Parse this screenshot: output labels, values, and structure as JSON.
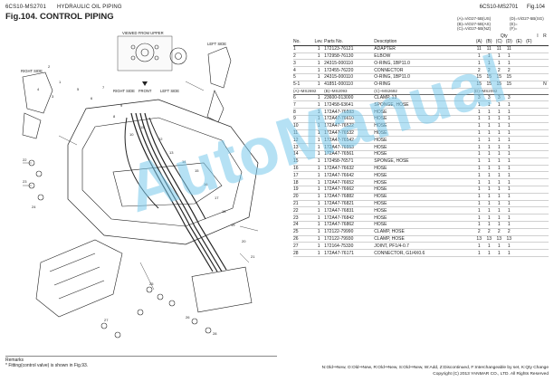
{
  "header": {
    "doc_code": "6CS10-MS2701",
    "section": "HYDRAULIC OIL PIPING",
    "fig_title": "Fig.104.  CONTROL PIPING",
    "right_code": "6CS10-MS2701",
    "right_fig": "Fig.104"
  },
  "diagram": {
    "labels": {
      "viewed_from_upper": "VIEWED FROM UPPER",
      "left_side": "LEFT SIDE",
      "right_side": "RIGHT SIDE",
      "front": "FRONT",
      "right_side_2": "RIGHT SIDE",
      "left_side_2": "LEFT SIDE"
    },
    "callouts": [
      "1",
      "2",
      "3",
      "4",
      "5",
      "6",
      "7",
      "8",
      "9",
      "10",
      "11",
      "12",
      "13",
      "14",
      "15",
      "16",
      "17",
      "18",
      "19",
      "20",
      "21",
      "22",
      "23",
      "24",
      "25",
      "26",
      "27",
      "28"
    ]
  },
  "models": {
    "a": "(A)=ViO27-5B(US)",
    "b": "(B)=ViO27-5B(AS)",
    "c": "(C)=ViO27-5B(NZ)",
    "d": "(D)=ViO27-5B(SG)",
    "e": "(E)=",
    "f": "(F)="
  },
  "table": {
    "columns": {
      "no": "No.",
      "lev": "Lev.",
      "part": "Parts No.",
      "desc": "Description",
      "qty": "Qty",
      "i": "I",
      "r": "R"
    },
    "qty_cols": [
      "(A)",
      "(B)",
      "(C)",
      "(D)",
      "(E)",
      "(F)"
    ],
    "sub_models": {
      "a": "(A)~MS2692",
      "b": "(B)~MS2093",
      "c": "(C)~MS2692",
      "d": "(D)~MS2092"
    },
    "rows": [
      {
        "no": "1",
        "lev": "1",
        "part": "172123-76121",
        "desc": "ADAPTER",
        "q": [
          "11",
          "11",
          "11",
          "11",
          "",
          ""
        ],
        "r": ""
      },
      {
        "no": "2",
        "lev": "1",
        "part": "172958-76130",
        "desc": "ELBOW",
        "q": [
          "1",
          "1",
          "1",
          "1",
          "",
          ""
        ],
        "r": ""
      },
      {
        "no": "3",
        "lev": "1",
        "part": "24315-000110",
        "desc": "O-RING, 1BP11.0",
        "q": [
          "1",
          "1",
          "1",
          "1",
          "",
          ""
        ],
        "r": ""
      },
      {
        "no": "4",
        "lev": "1",
        "part": "172455-76220",
        "desc": "CONNECTOR",
        "q": [
          "2",
          "2",
          "2",
          "2",
          "",
          ""
        ],
        "r": ""
      },
      {
        "no": "5",
        "lev": "1",
        "part": "24315-000110",
        "desc": "O-RING, 1BP11.0",
        "q": [
          "15",
          "15",
          "15",
          "15",
          "",
          ""
        ],
        "r": ""
      },
      {
        "no": "5-1",
        "lev": "1",
        "part": "41851-000110",
        "desc": "O-RING",
        "q": [
          "15",
          "15",
          "15",
          "15",
          "",
          ""
        ],
        "r": "N"
      },
      {
        "no": "6",
        "lev": "1",
        "part": "23600-013000",
        "desc": "CLAMP, 13",
        "q": [
          "3",
          "3",
          "3",
          "3",
          "",
          ""
        ],
        "r": "",
        "group": true
      },
      {
        "no": "7",
        "lev": "1",
        "part": "172458-63641",
        "desc": "SPONGE, HOSE",
        "q": [
          "1",
          "1",
          "1",
          "1",
          "",
          ""
        ],
        "r": ""
      },
      {
        "no": "8",
        "lev": "1",
        "part": "172A47-76593",
        "desc": "HOSE",
        "q": [
          "1",
          "1",
          "1",
          "1",
          "",
          ""
        ],
        "r": ""
      },
      {
        "no": "9",
        "lev": "1",
        "part": "172A47-76610",
        "desc": "HOSE",
        "q": [
          "1",
          "1",
          "1",
          "1",
          "",
          ""
        ],
        "r": ""
      },
      {
        "no": "10",
        "lev": "1",
        "part": "172A47-76522",
        "desc": "HOSE",
        "q": [
          "1",
          "1",
          "1",
          "1",
          "",
          ""
        ],
        "r": ""
      },
      {
        "no": "11",
        "lev": "1",
        "part": "172A47-76532",
        "desc": "HOSE",
        "q": [
          "1",
          "1",
          "1",
          "1",
          "",
          ""
        ],
        "r": ""
      },
      {
        "no": "12",
        "lev": "1",
        "part": "172A47-76542",
        "desc": "HOSE",
        "q": [
          "1",
          "1",
          "1",
          "1",
          "",
          ""
        ],
        "r": ""
      },
      {
        "no": "13",
        "lev": "1",
        "part": "172A47-76553",
        "desc": "HOSE",
        "q": [
          "1",
          "1",
          "1",
          "1",
          "",
          ""
        ],
        "r": ""
      },
      {
        "no": "14",
        "lev": "1",
        "part": "172A47-76561",
        "desc": "HOSE",
        "q": [
          "1",
          "1",
          "1",
          "1",
          "",
          ""
        ],
        "r": ""
      },
      {
        "no": "15",
        "lev": "1",
        "part": "172458-76571",
        "desc": "SPONGE, HOSE",
        "q": [
          "1",
          "1",
          "1",
          "1",
          "",
          ""
        ],
        "r": ""
      },
      {
        "no": "16",
        "lev": "1",
        "part": "172A47-76632",
        "desc": "HOSE",
        "q": [
          "1",
          "1",
          "1",
          "1",
          "",
          ""
        ],
        "r": ""
      },
      {
        "no": "17",
        "lev": "1",
        "part": "172A47-76642",
        "desc": "HOSE",
        "q": [
          "1",
          "1",
          "1",
          "1",
          "",
          ""
        ],
        "r": ""
      },
      {
        "no": "18",
        "lev": "1",
        "part": "172A47-76652",
        "desc": "HOSE",
        "q": [
          "1",
          "1",
          "1",
          "1",
          "",
          ""
        ],
        "r": ""
      },
      {
        "no": "19",
        "lev": "1",
        "part": "172A47-76662",
        "desc": "HOSE",
        "q": [
          "1",
          "1",
          "1",
          "1",
          "",
          ""
        ],
        "r": ""
      },
      {
        "no": "20",
        "lev": "1",
        "part": "172A47-76882",
        "desc": "HOSE",
        "q": [
          "1",
          "1",
          "1",
          "1",
          "",
          ""
        ],
        "r": ""
      },
      {
        "no": "21",
        "lev": "1",
        "part": "172A47-76821",
        "desc": "HOSE",
        "q": [
          "1",
          "1",
          "1",
          "1",
          "",
          ""
        ],
        "r": ""
      },
      {
        "no": "22",
        "lev": "1",
        "part": "172A47-76831",
        "desc": "HOSE",
        "q": [
          "1",
          "1",
          "1",
          "1",
          "",
          ""
        ],
        "r": ""
      },
      {
        "no": "23",
        "lev": "1",
        "part": "172A47-76842",
        "desc": "HOSE",
        "q": [
          "1",
          "1",
          "1",
          "1",
          "",
          ""
        ],
        "r": ""
      },
      {
        "no": "24",
        "lev": "1",
        "part": "172A47-76862",
        "desc": "HOSE",
        "q": [
          "1",
          "1",
          "1",
          "1",
          "",
          ""
        ],
        "r": ""
      },
      {
        "no": "25",
        "lev": "1",
        "part": "172122-79990",
        "desc": "CLAMP, HOSE",
        "q": [
          "2",
          "2",
          "2",
          "2",
          "",
          ""
        ],
        "r": ""
      },
      {
        "no": "26",
        "lev": "1",
        "part": "172122-79930",
        "desc": "CLAMP, HOSE",
        "q": [
          "13",
          "13",
          "13",
          "13",
          "",
          ""
        ],
        "r": ""
      },
      {
        "no": "27",
        "lev": "1",
        "part": "172164-75330",
        "desc": "JOINT, PF1/4-0.7",
        "q": [
          "1",
          "1",
          "1",
          "1",
          "",
          ""
        ],
        "r": ""
      },
      {
        "no": "28",
        "lev": "1",
        "part": "172A47-76171",
        "desc": "CONNECTOR, G1/4X0.6",
        "q": [
          "1",
          "1",
          "1",
          "1",
          "",
          ""
        ],
        "r": ""
      }
    ]
  },
  "remarks": {
    "title": "Remarks",
    "line1": "* Fitting(control valve) is shown in Fig.93."
  },
  "footer": {
    "legend": "N:Old⇒New, O:Old⇒New, R:Old⇒New, S:Old⇒New, W:Add, Z:Discontinued, F:Interchangeable by set, K:Qty Change",
    "copyright": "Copyright (C) 2013 YANMAR CO., LTD. All Rights Reserved"
  },
  "watermark": {
    "text": "AutoManual"
  },
  "colors": {
    "watermark": "#78c8eb",
    "line": "#222222"
  }
}
